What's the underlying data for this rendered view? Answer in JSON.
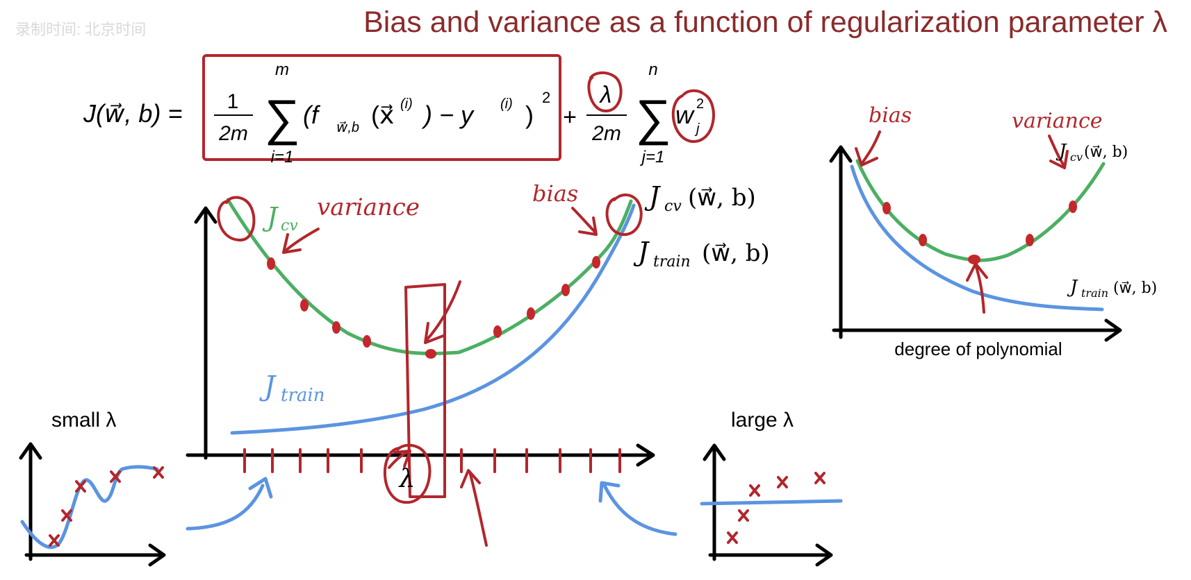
{
  "title": "Bias and variance as a function of regularization parameter λ",
  "watermark": "录制时间: 北京时间",
  "formula": {
    "lhs": "J(w⃗, b) =",
    "one": "1",
    "two_m": "2m",
    "sum_top_m": "m",
    "sum_bot_i": "i=1",
    "error_term": "(f",
    "error_sub": "w⃗,b",
    "error_args": "(x⃗",
    "sup_i": "(i)",
    "minus_y": ") − y",
    "sup_i2": "(i)",
    "close_sq": ")",
    "square": "2",
    "plus": "+",
    "lambda": "λ",
    "two_m2": "2m",
    "sum_top_n": "n",
    "sum_bot_j": "j=1",
    "w": "w",
    "w_sub": "j",
    "w_sup": "2"
  },
  "main_plot": {
    "jcv_short": "J",
    "jcv_short_sub": "cv",
    "variance_note": "variance",
    "bias_note": "bias",
    "jcv_label": "J",
    "jcv_label_sub": "cv",
    "jcv_label_args": "(w⃗, b)",
    "jtrain_label": "J",
    "jtrain_label_sub": "train",
    "jtrain_label_args": "(w⃗, b)",
    "jtrain_short": "J",
    "jtrain_short_sub": "train",
    "x_label": "λ"
  },
  "small_lambda": {
    "label": "small λ"
  },
  "large_lambda": {
    "label": "large λ"
  },
  "right_plot": {
    "bias_note": "bias",
    "variance_note": "variance",
    "jcv_label": "J",
    "jcv_label_sub": "cv",
    "jcv_label_args": "(w⃗, b)",
    "jtrain_label": "J",
    "jtrain_label_sub": "train",
    "jtrain_label_args": "(w⃗, b)",
    "x_label": "degree of polynomial"
  },
  "colors": {
    "title": "#8b2a2c",
    "annotation": "#b2262b",
    "jcv_curve": "#4caf63",
    "jtrain_curve": "#5b94e1",
    "axis": "#000000"
  }
}
